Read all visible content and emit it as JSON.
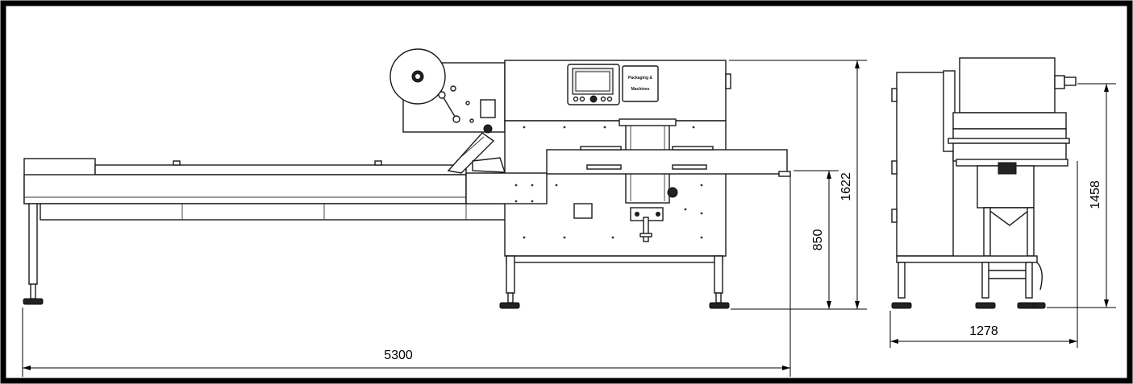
{
  "dimensions": {
    "total_length": "5300",
    "total_height": "1622",
    "conveyor_height": "850",
    "side_width": "1278",
    "side_height": "1458"
  },
  "panel_brand": [
    "Packaging &",
    "Machines"
  ],
  "colors": {
    "frame": "#000000",
    "line": "#1a1a1a",
    "background": "#ffffff"
  }
}
